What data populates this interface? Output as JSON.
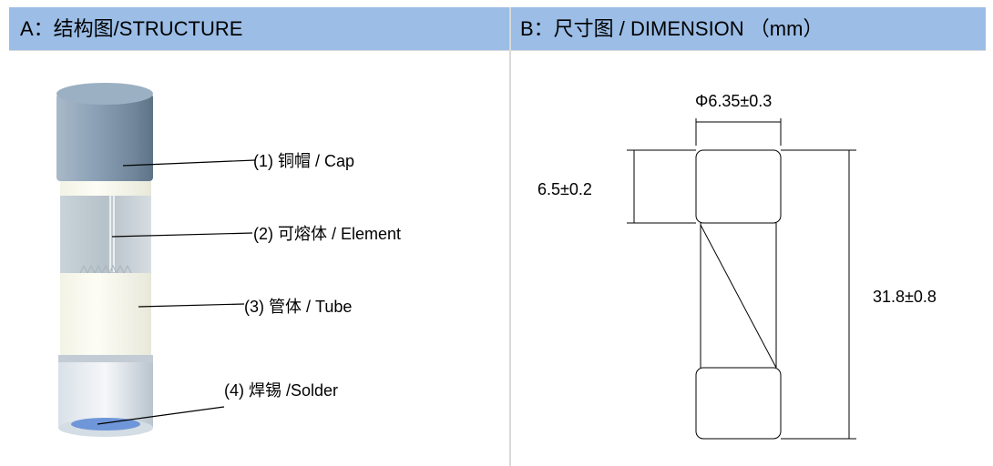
{
  "header": {
    "a_title": "A：结构图/STRUCTURE",
    "b_title": "B：尺寸图 / DIMENSION （mm）"
  },
  "structure": {
    "parts": [
      {
        "label": "(1) 铜帽 / Cap"
      },
      {
        "label": "(2) 可熔体 / Element"
      },
      {
        "label": "(3) 管体 / Tube"
      },
      {
        "label": "(4) 焊锡 /Solder"
      }
    ],
    "colors": {
      "cap": "#8a9fb3",
      "tube": "#fbfbf0",
      "solder": "#6f96d8"
    }
  },
  "dimension": {
    "diameter": "Φ6.35±0.3",
    "cap_length": "6.5±0.2",
    "total_length": "31.8±0.8"
  }
}
